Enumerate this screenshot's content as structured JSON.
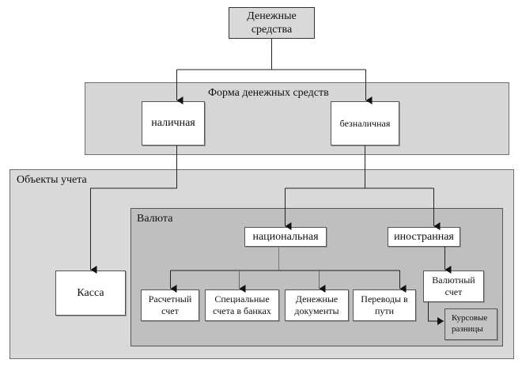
{
  "diagram": {
    "root": {
      "label_line1": "Денежные",
      "label_line2": "средства"
    },
    "form_panel": {
      "title": "Форма денежных средств",
      "cash": "наличная",
      "noncash": "безналичная"
    },
    "objects_panel": {
      "title": "Объекты учета",
      "kassa": "Касса"
    },
    "currency_panel": {
      "title": "Валюта",
      "national": "национальная",
      "foreign": "иностранная",
      "national_children": [
        {
          "line1": "Расчетный",
          "line2": "счет"
        },
        {
          "line1": "Специальные",
          "line2": "счета в банках"
        },
        {
          "line1": "Денежные",
          "line2": "документы"
        },
        {
          "line1": "Переводы в",
          "line2": "пути"
        }
      ],
      "currency_account": {
        "line1": "Валютный",
        "line2": "счет"
      },
      "exchange_diff": {
        "line1": "Курсовые",
        "line2": "разницы"
      }
    },
    "colors": {
      "root_fill": "#d9d9d9",
      "form_panel_fill": "#d6d6d6",
      "objects_panel_fill": "#d9d9d9",
      "currency_panel_fill": "#bfbfbf",
      "exchange_diff_fill": "#c4c4c4",
      "box_fill": "#ffffff"
    }
  }
}
